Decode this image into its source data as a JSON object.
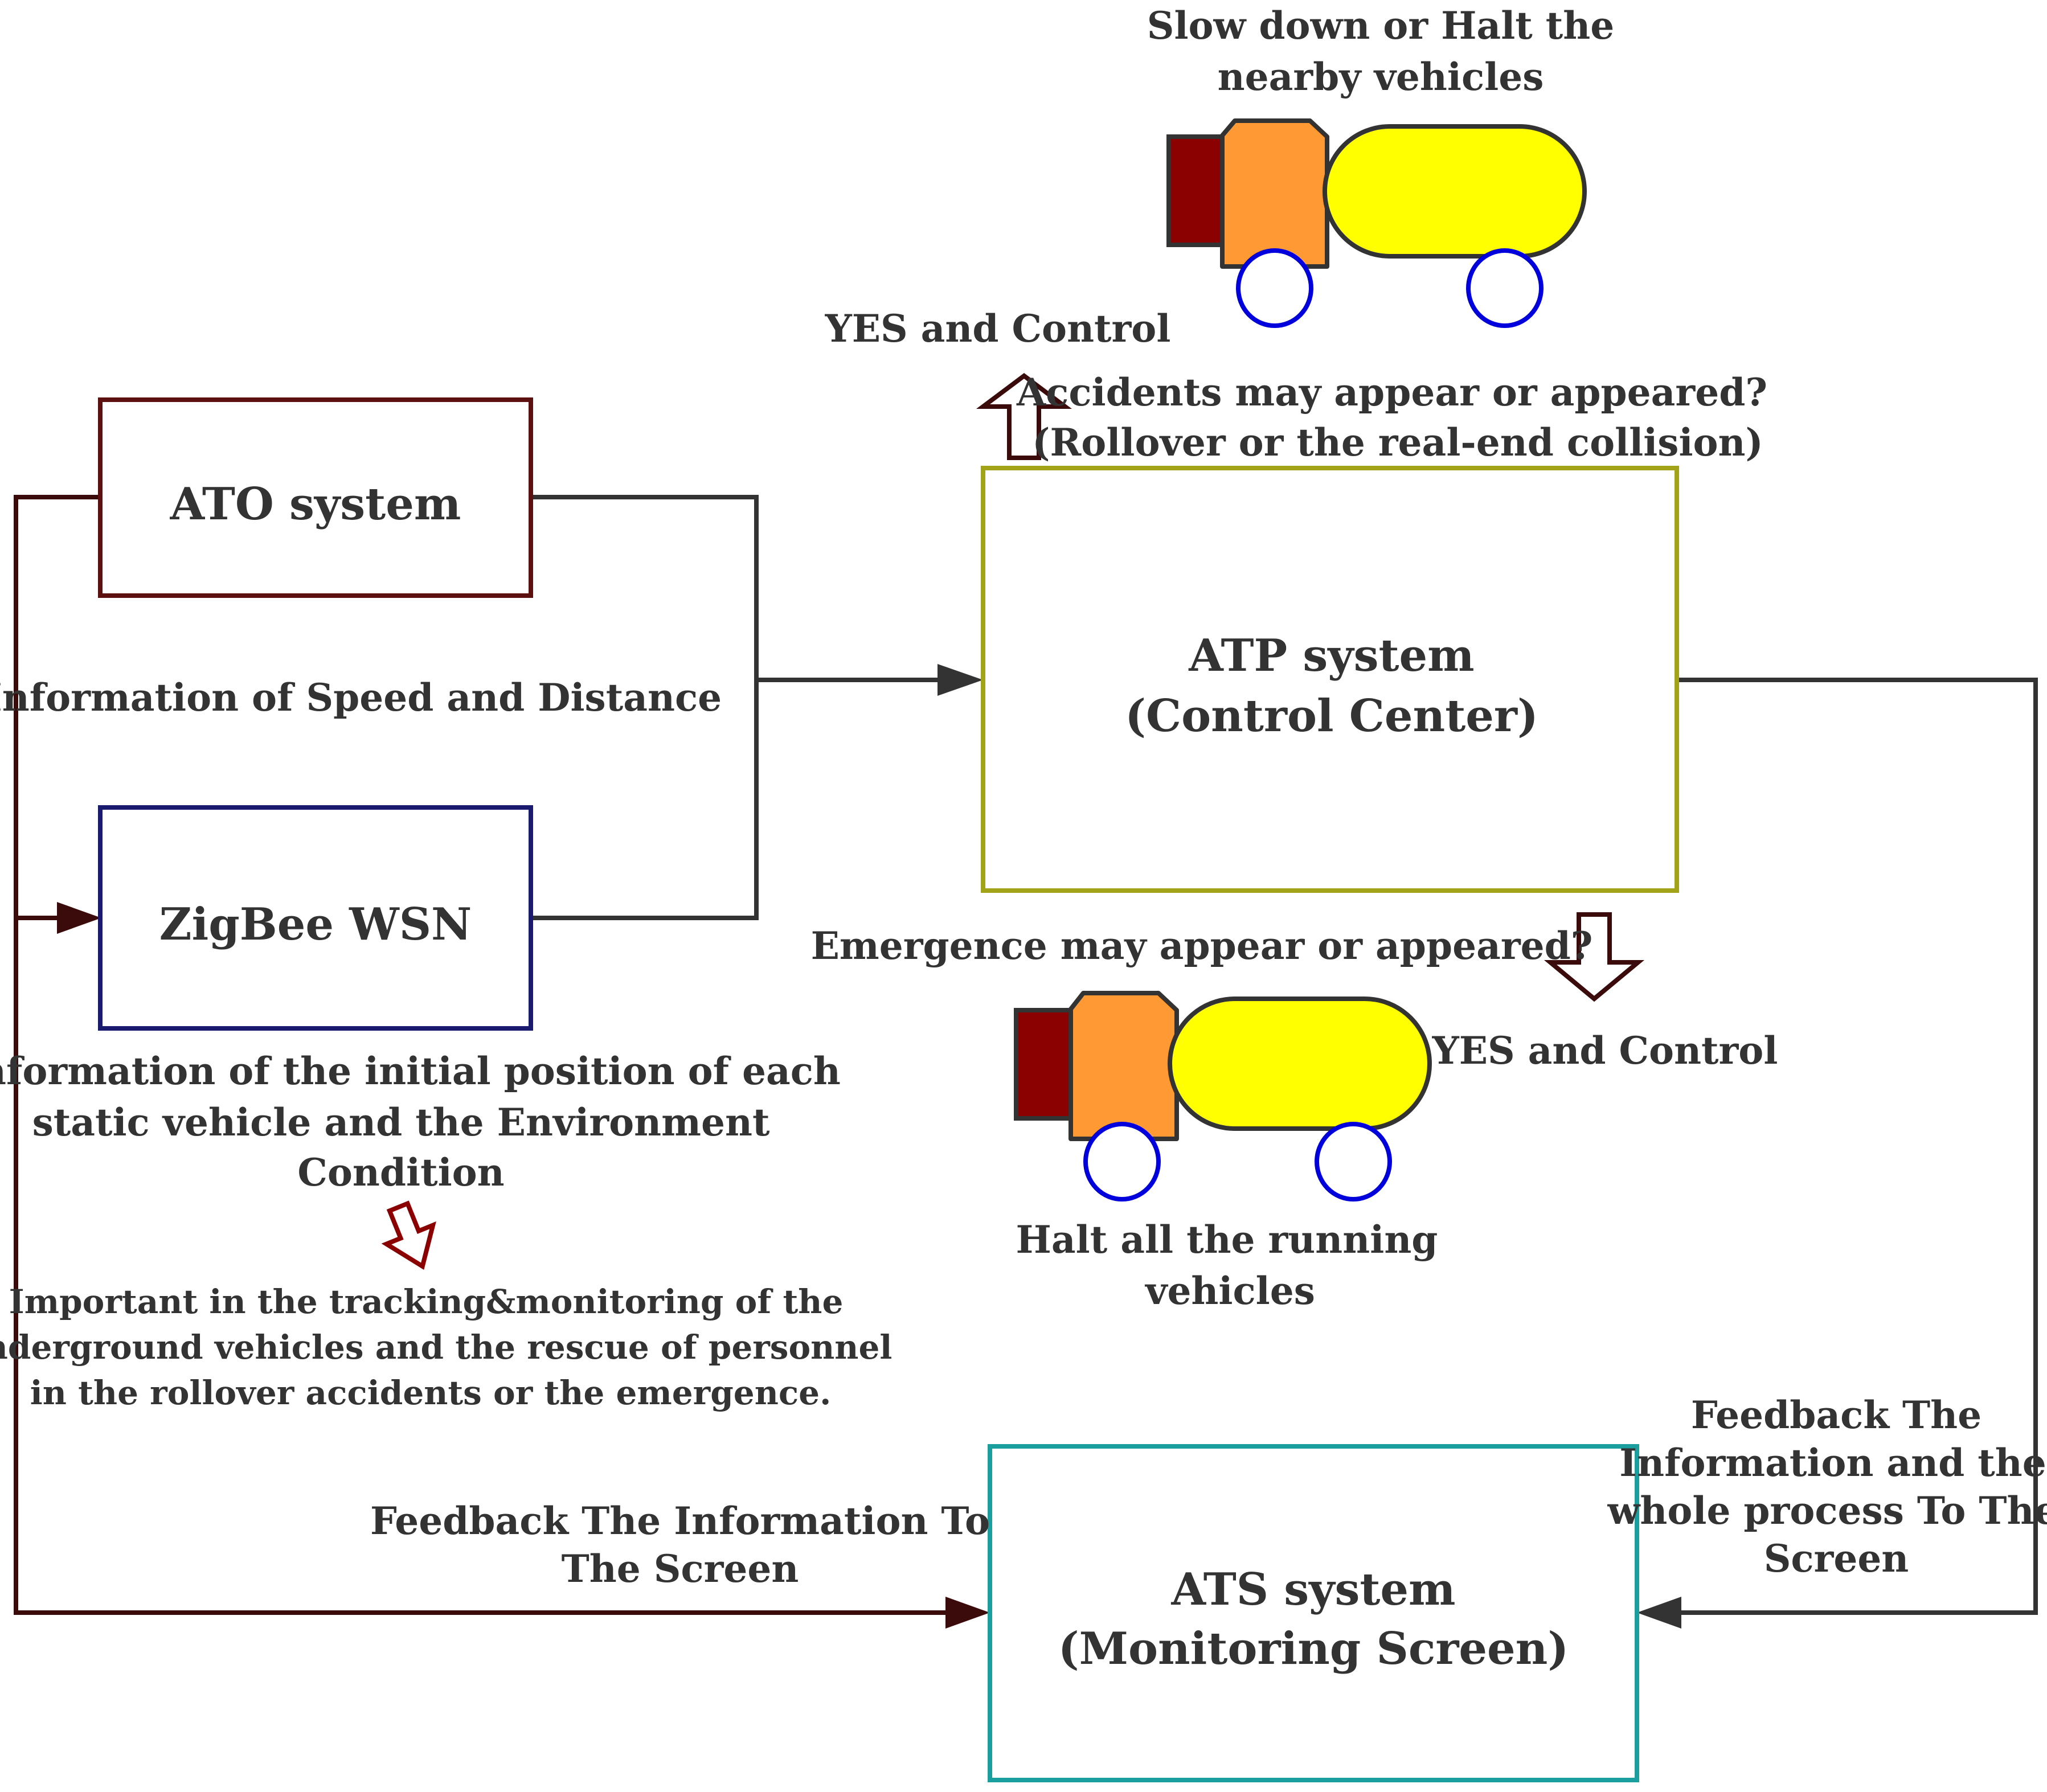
{
  "boxes": {
    "ato": {
      "label": "ATO system"
    },
    "zigbee": {
      "label": "ZigBee WSN"
    },
    "atp": {
      "line1": "ATP system",
      "line2": "(Control Center)"
    },
    "ats": {
      "line1": "ATS system",
      "line2": "(Monitoring Screen)"
    }
  },
  "labels": {
    "slow_down": [
      "Slow down or Halt the",
      "nearby vehicles"
    ],
    "yes_control_top": "YES and Control",
    "accidents": [
      "Accidents may appear or appeared?",
      "(Rollover or the real-end collision)"
    ],
    "speed_distance": "Information of Speed and Distance",
    "emergence": "Emergence may appear or appeared?",
    "yes_control_bottom": "YES and Control",
    "initial_position": [
      "Information of the initial position of each",
      "static vehicle and the Environment",
      "Condition"
    ],
    "halt_all": [
      "Halt all the running",
      "vehicles"
    ],
    "important": [
      "Important in the tracking&monitoring of the",
      "underground vehicles and the rescue of personnel",
      "in the rollover accidents or the emergence."
    ],
    "feedback_left": [
      "Feedback The Information To",
      "The Screen"
    ],
    "feedback_right": [
      "Feedback The",
      "Information and the",
      "whole process To The",
      "Screen"
    ]
  },
  "colors": {
    "ato_border": "#5c1010",
    "zigbee_border": "#1a1a6e",
    "atp_border": "#a3a31a",
    "ats_border": "#1a9e9e",
    "connector_dark": "#333333",
    "connector_maroon": "#3b0a0a",
    "truck_cab": "#8b0000",
    "truck_body": "#ff9933",
    "truck_tank": "#ffff00",
    "truck_wheel": "#0000dd"
  },
  "icons": [
    "truck-icon-top",
    "truck-icon-middle",
    "up-arrow-icon",
    "down-arrow-icon",
    "down-arrow-small-icon"
  ]
}
